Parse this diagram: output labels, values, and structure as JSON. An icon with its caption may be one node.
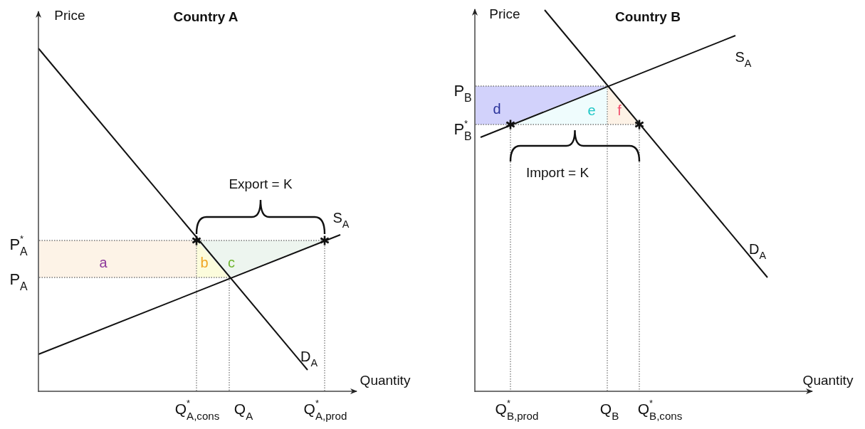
{
  "diagram": {
    "labels": [
      "Price",
      "Country A",
      "Export = K",
      "S$_{A}$",
      "P$^{*}$$_{A}$",
      "a",
      "b",
      "c",
      "P$_{A}$",
      "D$_{A}$",
      "Quantity",
      "Q$^{*}$$_{A,cons}$",
      "Q$_{A}$",
      "Q$^{*}$$_{A,prod}$",
      "Price",
      "Country B",
      "S$_{A}$",
      "P$_{B}$",
      "d",
      "e",
      "f",
      "P$^{*}$$_{B}$",
      "Import = K",
      "D$_{A}$",
      "Quantity",
      "Q$^{*}$$_{B,prod}$",
      "Q$_{B}$",
      "Q$^{*}$$_{B,cons}$"
    ]
  }
}
